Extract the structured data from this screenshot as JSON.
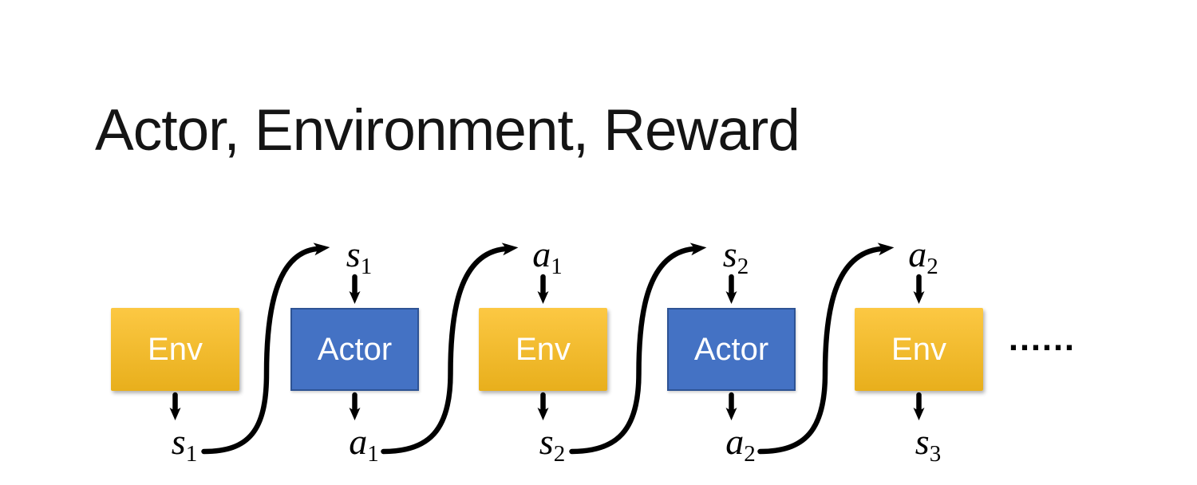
{
  "title": "Actor, Environment, Reward",
  "colors": {
    "env_top": "#FCC843",
    "env_bottom": "#E8AF1C",
    "actor_fill": "#4472C4",
    "actor_border": "#2E5394",
    "ink": "#000000"
  },
  "diagram": {
    "boxes": [
      {
        "label": "Env"
      },
      {
        "label": "Actor"
      },
      {
        "label": "Env"
      },
      {
        "label": "Actor"
      },
      {
        "label": "Env"
      }
    ],
    "top_labels": [
      {
        "base": "s",
        "sub": "1"
      },
      {
        "base": "a",
        "sub": "1"
      },
      {
        "base": "s",
        "sub": "2"
      },
      {
        "base": "a",
        "sub": "2"
      }
    ],
    "bottom_labels": [
      {
        "base": "s",
        "sub": "1"
      },
      {
        "base": "a",
        "sub": "1"
      },
      {
        "base": "s",
        "sub": "2"
      },
      {
        "base": "a",
        "sub": "2"
      },
      {
        "base": "s",
        "sub": "3"
      }
    ],
    "ellipsis": "……"
  }
}
